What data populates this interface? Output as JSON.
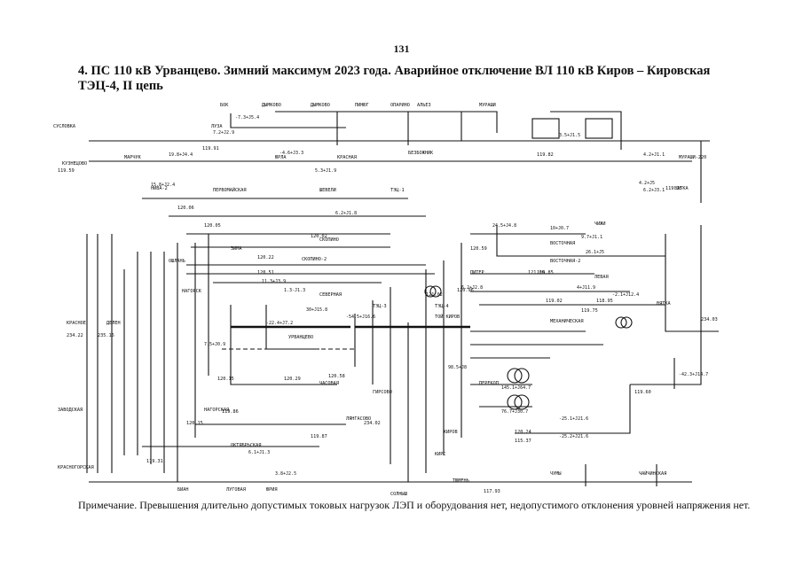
{
  "page": {
    "number": "131"
  },
  "header": {
    "title": "4. ПС 110 кВ Урванцево. Зимний максимум 2023 года. Аварийное отключение ВЛ 110 кВ Киров – Кировская ТЭЦ-4, II цепь"
  },
  "diagram": {
    "substations": [
      {
        "label": "БОК"
      },
      {
        "label": "ДЫМКОВО"
      },
      {
        "label": "ДЫМКОВО"
      },
      {
        "label": "ЛУЗА"
      },
      {
        "label": "ЮРЛА"
      },
      {
        "label": "КРАСНАЯ"
      },
      {
        "label": "ОПАРИНО"
      },
      {
        "label": "ПИНЮГ"
      },
      {
        "label": "АЛЬЕЗ"
      },
      {
        "label": "МУРАШИ"
      },
      {
        "label": "БЕЗБОЖНИК"
      },
      {
        "label": "МУРАШИ-220"
      },
      {
        "label": "СУСЛОВКА"
      },
      {
        "label": "КУЗНЕЦОВО"
      },
      {
        "label": "МАРЧУК"
      },
      {
        "label": "НИВА-2"
      },
      {
        "label": "ПЕРВОМАЙСКАЯ"
      },
      {
        "label": "ШЕВЕЛИ"
      },
      {
        "label": "ТЭЦ-1"
      },
      {
        "label": "ВАТКА"
      },
      {
        "label": "СКОПИНО"
      },
      {
        "label": "ОШЛАНЬ"
      },
      {
        "label": "ЗИМА"
      },
      {
        "label": "СКОПИНО-2"
      },
      {
        "label": "НАГОРСК"
      },
      {
        "label": "СЕВЕРНАЯ"
      },
      {
        "label": "ВОСТОЧНАЯ"
      },
      {
        "label": "ЧИЖИ"
      },
      {
        "label": "ЛЕВАЯ"
      },
      {
        "label": "КРАСНОЕ"
      },
      {
        "label": "ДЕЛЕН"
      },
      {
        "label": "ТЭЦ-3"
      },
      {
        "label": "ТЭЦ-4"
      },
      {
        "label": "ТОЙ КИРОВ"
      },
      {
        "label": "ПИТЕР"
      },
      {
        "label": "УРВАНЦЕВО"
      },
      {
        "label": "МЕХАНИЧЕСКАЯ"
      },
      {
        "label": "ВЯТКА"
      },
      {
        "label": "КИРОВ"
      },
      {
        "label": "ЗАВОДСКАЯ"
      },
      {
        "label": "ОКТЯБРЬСКАЯ"
      },
      {
        "label": "ВОСТОЧНАЯ-2"
      },
      {
        "label": "НАГОРСКАЯ"
      },
      {
        "label": "ЛЯНГАСОВО"
      },
      {
        "label": "ЧАСОВАЯ"
      },
      {
        "label": "ГИРСОВО"
      },
      {
        "label": "ПЕРЕКОП"
      },
      {
        "label": "КРАСНОГОРСКАЯ"
      },
      {
        "label": "СОЛНЫШ"
      },
      {
        "label": "ЧУМЫ"
      },
      {
        "label": "КИРС"
      },
      {
        "label": "ТЮМЕНЬ"
      },
      {
        "label": "БИАН"
      },
      {
        "label": "ЛУГОВАЯ"
      },
      {
        "label": "ЮРИЯ"
      },
      {
        "label": "ЧАЙЧИНСКАЯ"
      }
    ],
    "voltages": [
      {
        "value": "119.91"
      },
      {
        "value": "119.59"
      },
      {
        "value": "120.06"
      },
      {
        "value": "120.05"
      },
      {
        "value": "120.02"
      },
      {
        "value": "120.22"
      },
      {
        "value": "120.51"
      },
      {
        "value": "120.59"
      },
      {
        "value": "120.96"
      },
      {
        "value": "121.06"
      },
      {
        "value": "120.15"
      },
      {
        "value": "120.29"
      },
      {
        "value": "120.58"
      },
      {
        "value": "119.86"
      },
      {
        "value": "119.87"
      },
      {
        "value": "119.31"
      },
      {
        "value": "120.15"
      },
      {
        "value": "117.93"
      },
      {
        "value": "119.85"
      },
      {
        "value": "119.02"
      },
      {
        "value": "118.95"
      },
      {
        "value": "119.75"
      },
      {
        "value": "121.02"
      },
      {
        "value": "119.82"
      },
      {
        "value": "119.35"
      },
      {
        "value": "119.60"
      },
      {
        "value": "120.24"
      },
      {
        "value": "115.37"
      },
      {
        "value": "234.22"
      },
      {
        "value": "235.16"
      },
      {
        "value": "234.03"
      },
      {
        "value": "234.02"
      }
    ],
    "flows": [
      {
        "value": "-7.3+J5.4"
      },
      {
        "value": "7.2+J2.9"
      },
      {
        "value": "15.8+J2.4"
      },
      {
        "value": "19.8+J4.4"
      },
      {
        "value": "-4.6+J3.3"
      },
      {
        "value": "5.3+J1.9"
      },
      {
        "value": "4.2+J1.1"
      },
      {
        "value": "4.2+J5"
      },
      {
        "value": "6.2+J3.1"
      },
      {
        "value": "3.5+J1.5"
      },
      {
        "value": "11.3+J3.9"
      },
      {
        "value": "1.3-J1.3"
      },
      {
        "value": "30+J15.8"
      },
      {
        "value": "-54.5+J16.6"
      },
      {
        "value": "-22.4+J7.2"
      },
      {
        "value": "6.2+J1.8"
      },
      {
        "value": "24.5+J4.8"
      },
      {
        "value": "10+J0.7"
      },
      {
        "value": "9.7+J1.1"
      },
      {
        "value": "26.1+J5"
      },
      {
        "value": "-2.1+J12.4"
      },
      {
        "value": "4+J11.9"
      },
      {
        "value": "145.1+J64.7"
      },
      {
        "value": "76.7+J30.7"
      },
      {
        "value": "-25.1+J21.6"
      },
      {
        "value": "-25.2+J21.6"
      },
      {
        "value": "-42.3+J14.7"
      },
      {
        "value": "98.5+J8"
      },
      {
        "value": "7.5+J0.9"
      },
      {
        "value": "6.2+J2.8"
      },
      {
        "value": "3.8+J2.5"
      },
      {
        "value": "6.1+J1.3"
      }
    ]
  },
  "note": {
    "text": "Примечание. Превышения длительно допустимых токовых нагрузок ЛЭП и оборудования нет, недопустимого отклонения уровней напряжения нет."
  }
}
